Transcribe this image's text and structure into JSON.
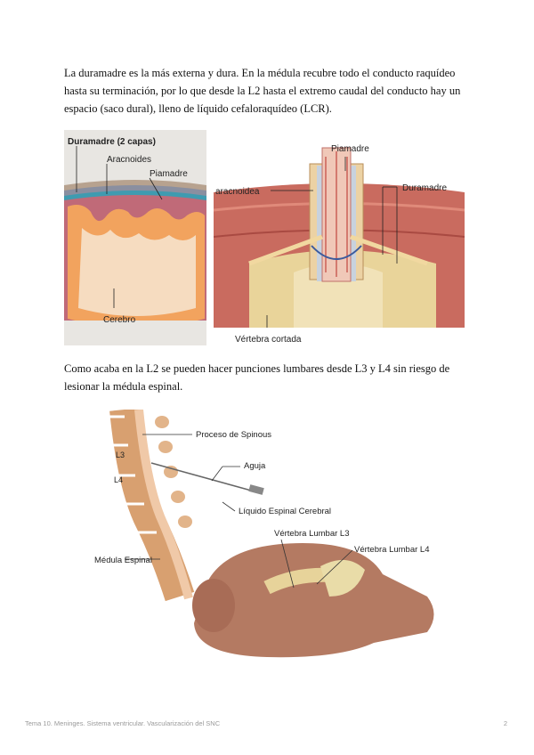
{
  "paragraphs": {
    "p1": "La duramadre es la más externa y dura. En la médula recubre todo el conducto raquídeo hasta su terminación, por lo que desde la L2 hasta el extremo caudal del conducto hay un espacio (saco dural), lleno de líquido cefaloraquídeo (LCR).",
    "p2": "Como acaba en la L2 se pueden hacer punciones lumbares desde L3 y L4 sin riesgo de lesionar la médula espinal."
  },
  "figure1": {
    "labels": {
      "duramadre": "Duramadre (2 capas)",
      "aracnoides": "Aracnoides",
      "piamadre": "Piamadre",
      "cerebro": "Cerebro"
    }
  },
  "figure2": {
    "labels": {
      "piamadre": "Piamadre",
      "aracnoidea": "aracnoidea",
      "duramadre": "Duramadre",
      "vertebra": "Vértebra cortada"
    }
  },
  "figure3": {
    "labels": {
      "proceso": "Proceso de Spinous",
      "l3": "L3",
      "l4": "L4",
      "aguja": "Aguja",
      "liquido": "Líquido Espinal Cerebral",
      "medula": "Médula Espinal",
      "vert_l3": "Vértebra Lumbar  L3",
      "vert_l4": "Vértebra Lumbar L4"
    }
  },
  "footer": {
    "left": "Tema 10. Meninges. Sistema ventricular. Vascularización del SNC",
    "page": "2"
  }
}
